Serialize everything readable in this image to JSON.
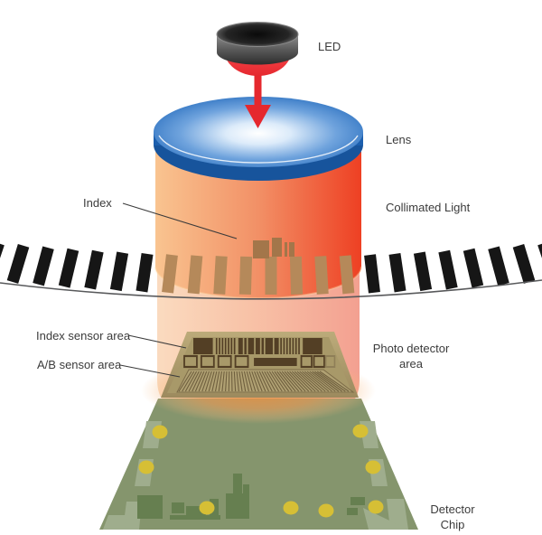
{
  "diagram": {
    "labels": {
      "led": "LED",
      "lens": "Lens",
      "collimated_light": "Collimated Light",
      "index": "Index",
      "index_sensor_area": "Index sensor area",
      "ab_sensor_area": "A/B sensor area",
      "photo_detector_line1": "Photo detector",
      "photo_detector_line2": "area",
      "detector_chip_line1": "Detector",
      "detector_chip_line2": "Chip"
    },
    "colors": {
      "led_red": "#e5282e",
      "lens_blue": "#1c5fae",
      "cylinder_orange": "#ee4023",
      "stripe_black": "#161616",
      "stripe_tan": "#b5895a",
      "index_mark_tan": "#a3764a",
      "detector_khaki": "#a89969",
      "pattern_brown": "#533f25",
      "ab_line_olive": "#6f5f3e",
      "chip_green": "#85956d",
      "chip_light_green": "#9fad8d",
      "chip_dark_green": "#667f50",
      "pad_yellow": "#d6bf35",
      "label_gray": "#3b3b3b"
    }
  }
}
